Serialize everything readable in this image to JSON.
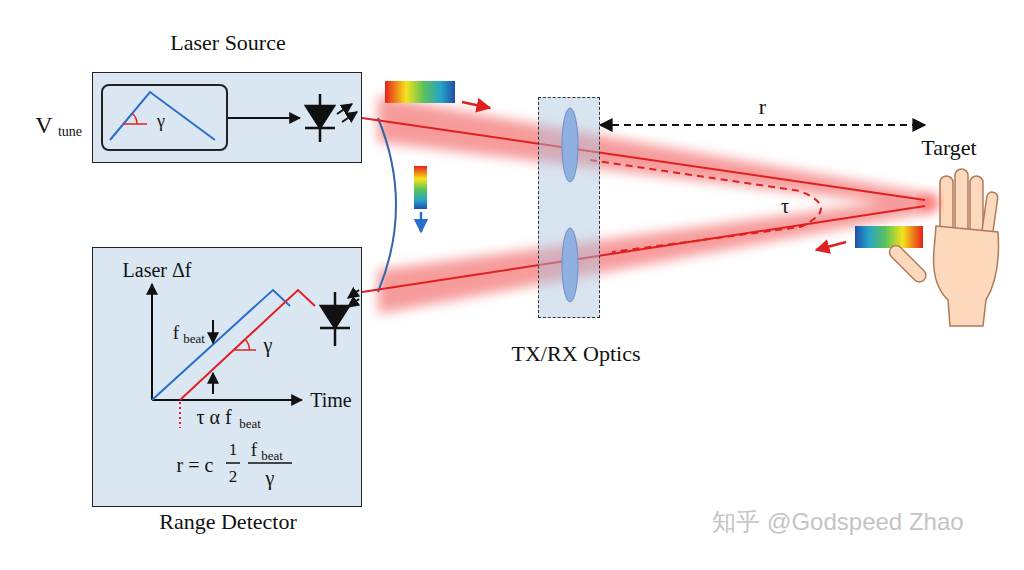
{
  "diagram": {
    "nodes": [
      {
        "text": [
          "Laser Source"
        ]
      },
      {
        "text": [
          "γ"
        ],
        "in": 0
      },
      {
        "text": [
          "Range Detector"
        ]
      },
      {
        "text": [
          "TX/RX Optics"
        ]
      },
      {
        "text": [
          "Target"
        ]
      }
    ],
    "edges": [
      {
        "from": 0,
        "to": 4,
        "arrow": "none"
      },
      {
        "from": 4,
        "to": 2,
        "arrow": "none"
      },
      {
        "from": 3,
        "to": 4,
        "arrow": "both",
        "label": "r"
      }
    ],
    "labels": [
      "V",
      "tune",
      "τ",
      "Laser Δf",
      "f",
      "beat",
      "γ",
      "Time",
      "τ α f",
      "beat",
      "r = c",
      "1",
      "2",
      "f",
      "beat",
      "γ",
      "知乎 @Godspeed Zhao"
    ]
  }
}
